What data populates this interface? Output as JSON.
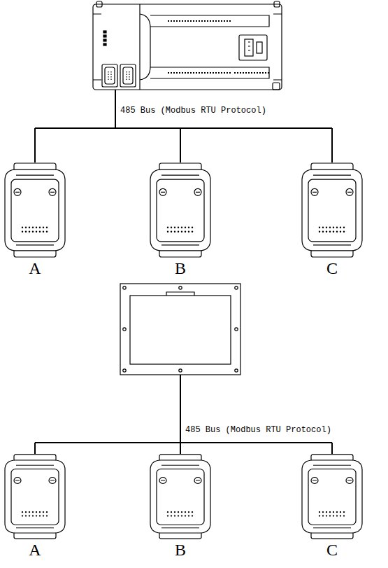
{
  "diagram": {
    "nodes": [
      {
        "text": [
          "A"
        ]
      },
      {
        "text": [
          "B"
        ]
      },
      {
        "text": [
          "C"
        ]
      },
      {
        "text": [
          "A"
        ]
      },
      {
        "text": [
          "B"
        ]
      },
      {
        "text": [
          "C"
        ]
      }
    ],
    "labels": [
      "485 Bus (Modbus RTU Protocol)",
      "485 Bus (Modbus RTU Protocol)"
    ]
  }
}
